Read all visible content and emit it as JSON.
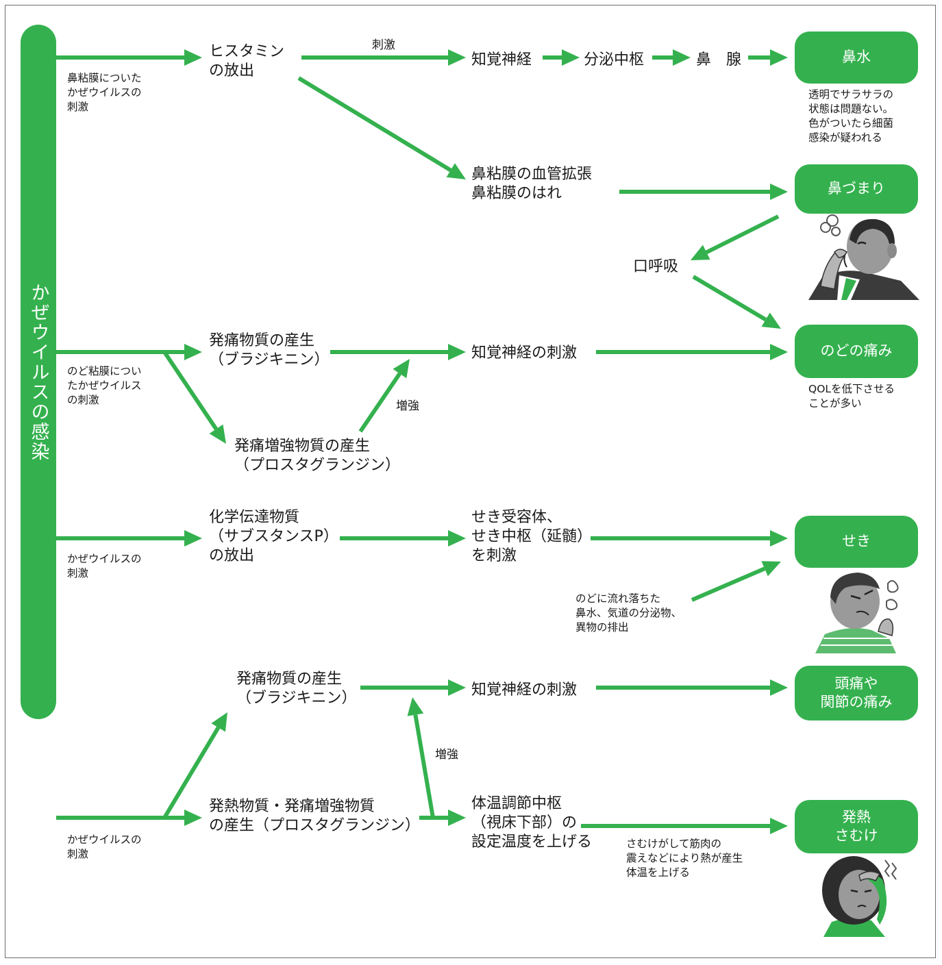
{
  "colors": {
    "green": "#34b14e",
    "frame": "#6d6d6d",
    "text": "#1a1a1a",
    "figure_gray": "#9a9a9a",
    "figure_dark": "#3b3b3b"
  },
  "main_label": "かぜウイルスの感染",
  "triggers": {
    "nose": "鼻粘膜についた\nかぜウイルスの\n刺激",
    "throat": "のど粘膜につい\nたかぜウイルス\nの刺激",
    "cough": "かぜウイルスの\n刺激",
    "fever": "かぜウイルスの\n刺激"
  },
  "nodes": {
    "histamine": "ヒスタミン\nの放出",
    "sensory_nerve": "知覚神経",
    "secretion_center": "分泌中枢",
    "nasal_gland": "鼻　腺",
    "vessel_dilation": "鼻粘膜の血管拡張\n鼻粘膜のはれ",
    "mouth_breathing": "口呼吸",
    "pain_substance_1": "発痛物質の産生\n（ブラジキニン）",
    "sensory_stim_1": "知覚神経の刺激",
    "pain_enhancer_1": "発痛増強物質の産生\n（プロスタグランジン）",
    "chem_transmitter": "化学伝達物質\n（サブスタンスP）\nの放出",
    "cough_receptor": "せき受容体、\nせき中枢（延髄）\nを刺激",
    "pain_substance_2": "発痛物質の産生\n（ブラジキニン）",
    "sensory_stim_2": "知覚神経の刺激",
    "fever_substance": "発熱物質・発痛増強物質\nの産生（プロスタグランジン）",
    "thermo_center": "体温調節中枢\n（視床下部）の\n設定温度を上げる"
  },
  "edge_labels": {
    "stimulus": "刺激",
    "enhance_1": "増強",
    "enhance_2": "増強"
  },
  "results": {
    "runny_nose": "鼻水",
    "stuffy_nose": "鼻づまり",
    "sore_throat": "のどの痛み",
    "cough": "せき",
    "headache": "頭痛や\n関節の痛み",
    "fever": "発熱\nさむけ"
  },
  "notes": {
    "runny_nose": "透明でサラサラの\n状態は問題ない。\n色がついたら細菌\n感染が疑われる",
    "sore_throat": "QOLを低下させる\nことが多い",
    "cough": "のどに流れ落ちた\n鼻水、気道の分泌物、\n異物の排出",
    "fever": "さむけがして筋肉の\n震えなどにより熱が産生\n体温を上げる"
  }
}
